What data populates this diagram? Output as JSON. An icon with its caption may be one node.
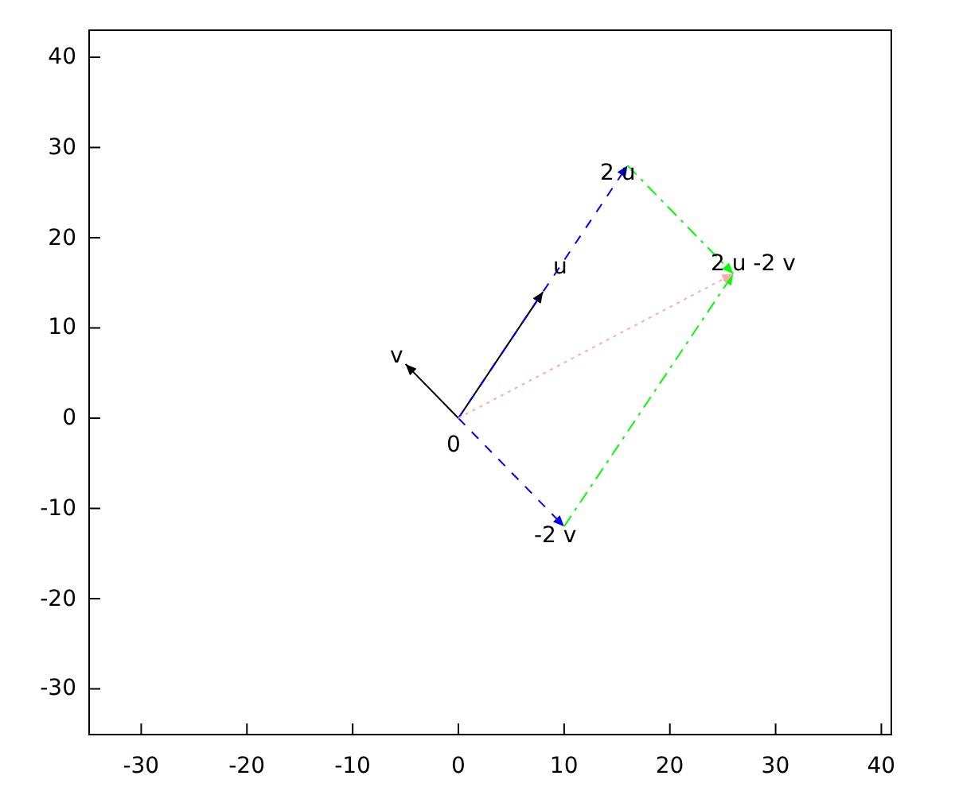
{
  "diagram": {
    "nodes": [
      {
        "text": [
          "2 u"
        ]
      },
      {
        "text": [
          "u"
        ]
      },
      {
        "text": [
          "2 u -2 v"
        ]
      },
      {
        "text": [
          "v"
        ]
      },
      {
        "text": [
          "0"
        ]
      },
      {
        "text": [
          "-2 v"
        ]
      }
    ],
    "edges": [
      {
        "from": 4,
        "to": 3,
        "arrow": "to"
      },
      {
        "from": 4,
        "to": 1,
        "arrow": "to"
      },
      {
        "from": 4,
        "to": 0,
        "arrow": "to",
        "style": "dashed",
        "color": "#0000ff"
      },
      {
        "from": 4,
        "to": 5,
        "arrow": "to",
        "style": "dashed",
        "color": "#0000ff"
      },
      {
        "from": 0,
        "to": 2,
        "arrow": "to",
        "style": "dashed",
        "color": "#00ff00"
      },
      {
        "from": 5,
        "to": 2,
        "arrow": "to",
        "style": "dashed",
        "color": "#00ff00"
      },
      {
        "from": 4,
        "to": 2,
        "arrow": "to",
        "style": "dashed",
        "color": "#ffaaaa"
      }
    ],
    "labels": [
      "40",
      "30",
      "20",
      "10",
      "0",
      "-10",
      "-20",
      "-30",
      "-30",
      "-20",
      "-10",
      "0",
      "10",
      "20",
      "30",
      "40"
    ]
  }
}
